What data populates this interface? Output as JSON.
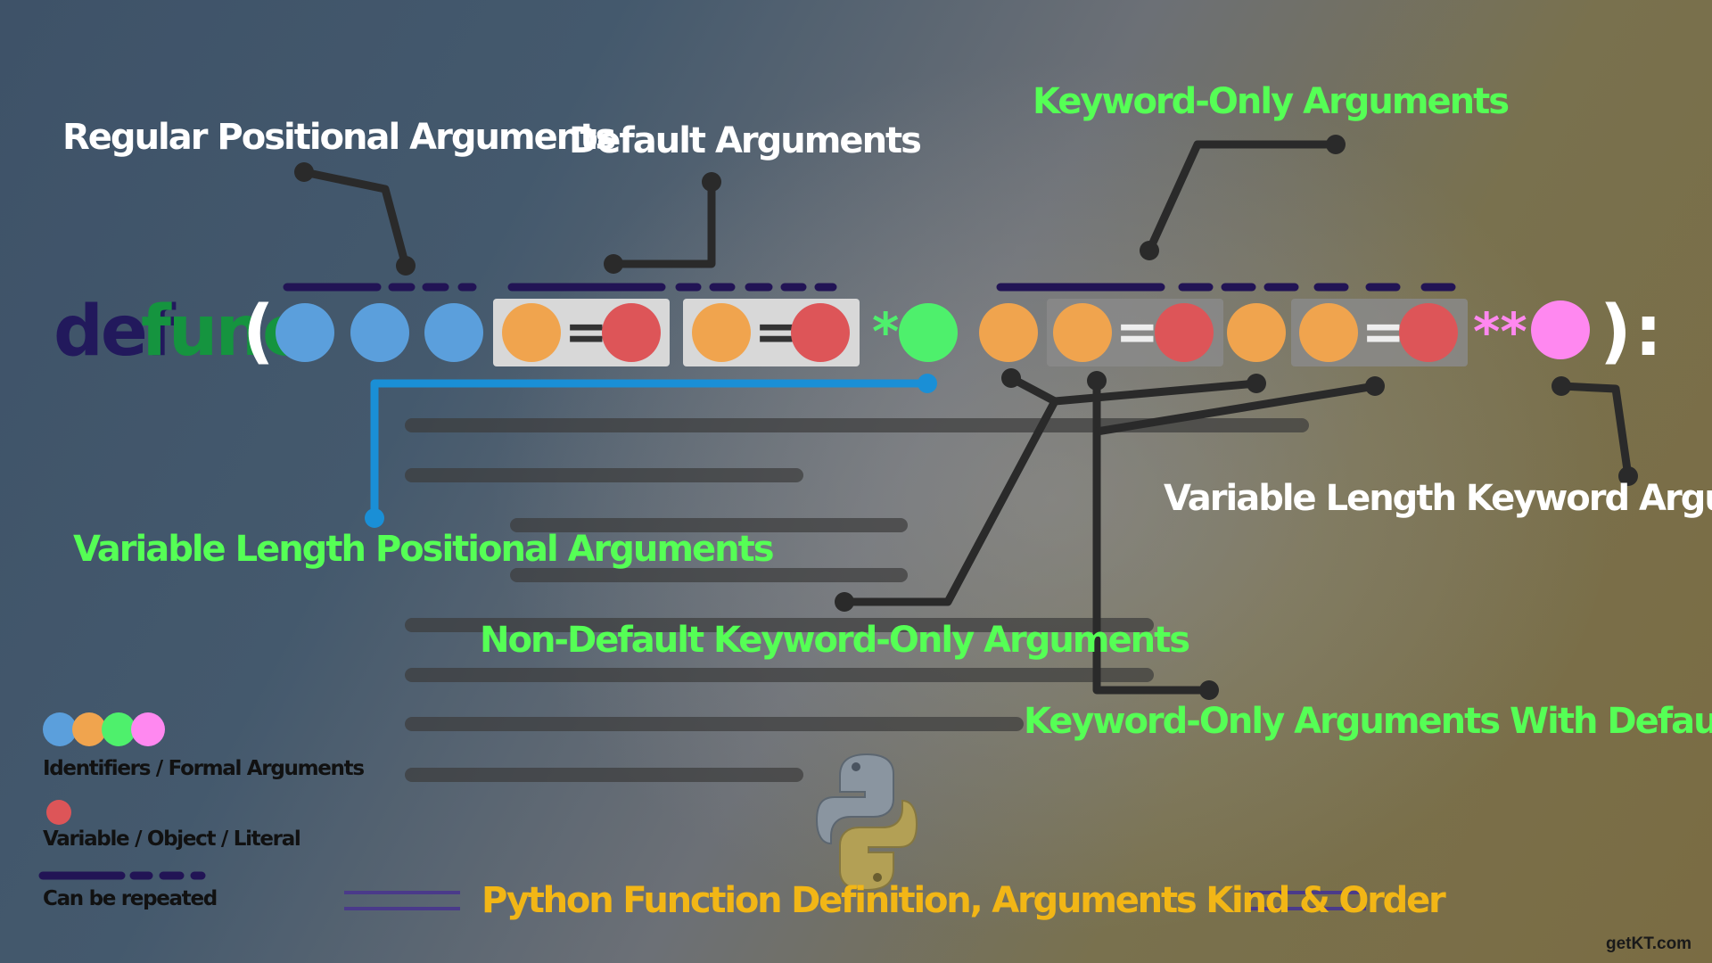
{
  "code": {
    "def_kw": "def",
    "func_name": "func",
    "open_paren": "(",
    "close_paren": ")",
    "colon": ":",
    "equals": "=",
    "star": "*",
    "double_star": "**"
  },
  "labels": {
    "regular_positional": "Regular Positional Arguments",
    "default_args": "Default Arguments",
    "keyword_only": "Keyword-Only Arguments",
    "var_positional": "Variable Length Positional Arguments",
    "var_keyword": "Variable Length Keyword Arguments",
    "non_default_kwonly": "Non-Default Keyword-Only Arguments",
    "kwonly_defaults": "Keyword-Only Arguments With Defaults"
  },
  "legend": {
    "identifiers": "Identifiers / Formal Arguments",
    "variable": "Variable / Object / Literal",
    "repeated": "Can be repeated"
  },
  "title": "Python Function Definition, Arguments Kind & Order",
  "brand": "getKT.com",
  "colors": {
    "positional": "#5b9fdc",
    "identifier_orange": "#f0a44e",
    "value_red": "#dd5558",
    "var_positional": "#4ef06c",
    "var_keyword": "#ff88f0",
    "dash": "#221455",
    "label_green": "#55ff55",
    "title_gold": "#f2b616",
    "connector_blue": "#1a8fd6"
  },
  "icons": [
    "python-logo-icon"
  ]
}
